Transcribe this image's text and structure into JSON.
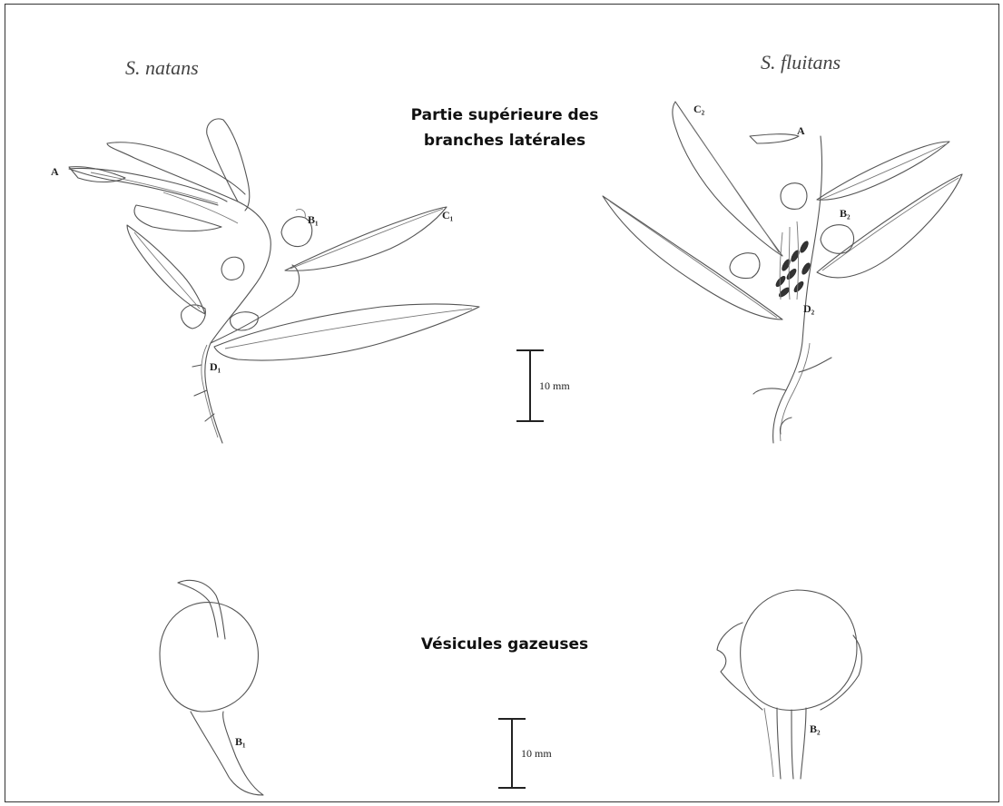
{
  "species": {
    "left": "S. natans",
    "right": "S. fluitans"
  },
  "sections": {
    "upper_line1": "Partie supérieure des",
    "upper_line2": "branches latérales",
    "vesicles": "Vésicules gazeuses"
  },
  "labels": {
    "A_left": "A",
    "B1": "B₁",
    "C1": "C₁",
    "D1": "D₁",
    "A_right": "A",
    "B2": "B₂",
    "C2": "C₂",
    "D2": "D₂",
    "B1_vesicle": "B₁",
    "B2_vesicle": "B₂"
  },
  "scale_bars": {
    "upper": "10 mm",
    "lower": "10 mm"
  }
}
